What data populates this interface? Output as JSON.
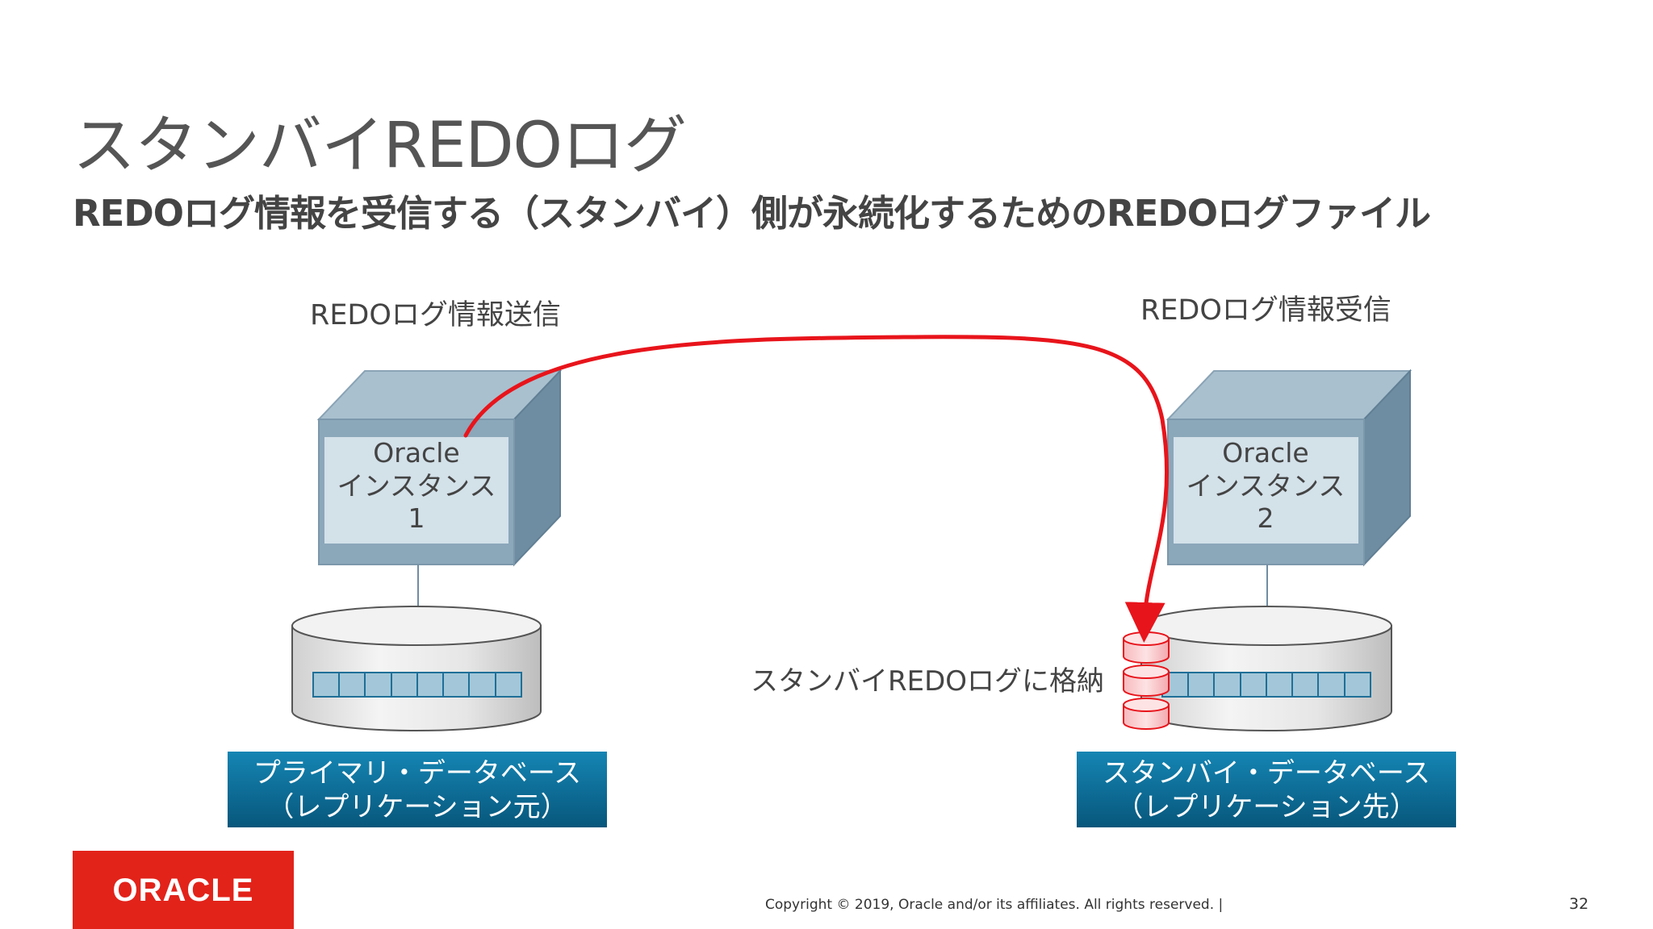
{
  "slide": {
    "title": "スタンバイREDOログ",
    "subtitle": "REDOログ情報を受信する（スタンバイ）側が永続化するためのREDOログファイル"
  },
  "diagram": {
    "left": {
      "caption": "REDOログ情報送信",
      "instance_line1": "Oracle",
      "instance_line2": "インスタンス",
      "instance_line3": "1",
      "db_label_line1": "プライマリ・データベース",
      "db_label_line2": "（レプリケーション元）"
    },
    "right": {
      "caption": "REDOログ情報受信",
      "instance_line1": "Oracle",
      "instance_line2": "インスタンス",
      "instance_line3": "2",
      "db_label_line1": "スタンバイ・データベース",
      "db_label_line2": "（レプリケーション先）"
    },
    "store_label": "スタンバイREDOログに格納"
  },
  "colors": {
    "cube_front": "#8ba7ba",
    "cube_top": "#a9c0cf",
    "cube_side": "#6f8da2",
    "cube_panel": "#d3e1e9",
    "arrow": "#e8141b",
    "label_box": "#0b6a93"
  },
  "footer": {
    "logo_text": "ORACLE",
    "copyright": "Copyright © 2019, Oracle and/or its affiliates. All rights reserved.  |",
    "page_number": "32"
  }
}
